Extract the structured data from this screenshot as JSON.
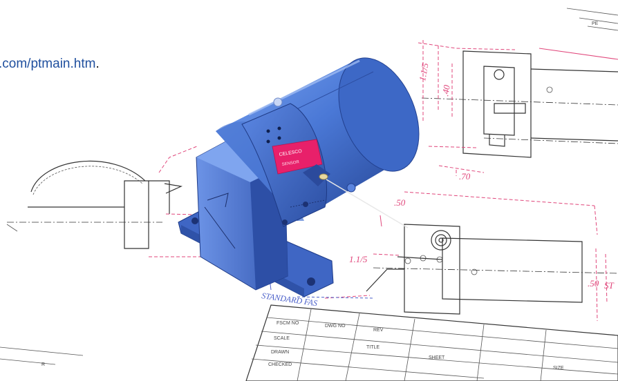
{
  "link": {
    "text": ".com/ptmain.htm",
    "trailing": "."
  },
  "drawing": {
    "dimensions": [
      "1.1/5",
      ".40",
      ".70",
      ".50",
      "1.1/5",
      ".50",
      "ST"
    ],
    "label_lower": "STANDARD FAS"
  },
  "sensor_label": {
    "line1": "CELESCO",
    "line2": "SENSOR"
  },
  "colors": {
    "body": "#4a78d6",
    "dimension": "#e0457a",
    "label": "#e8206a"
  }
}
